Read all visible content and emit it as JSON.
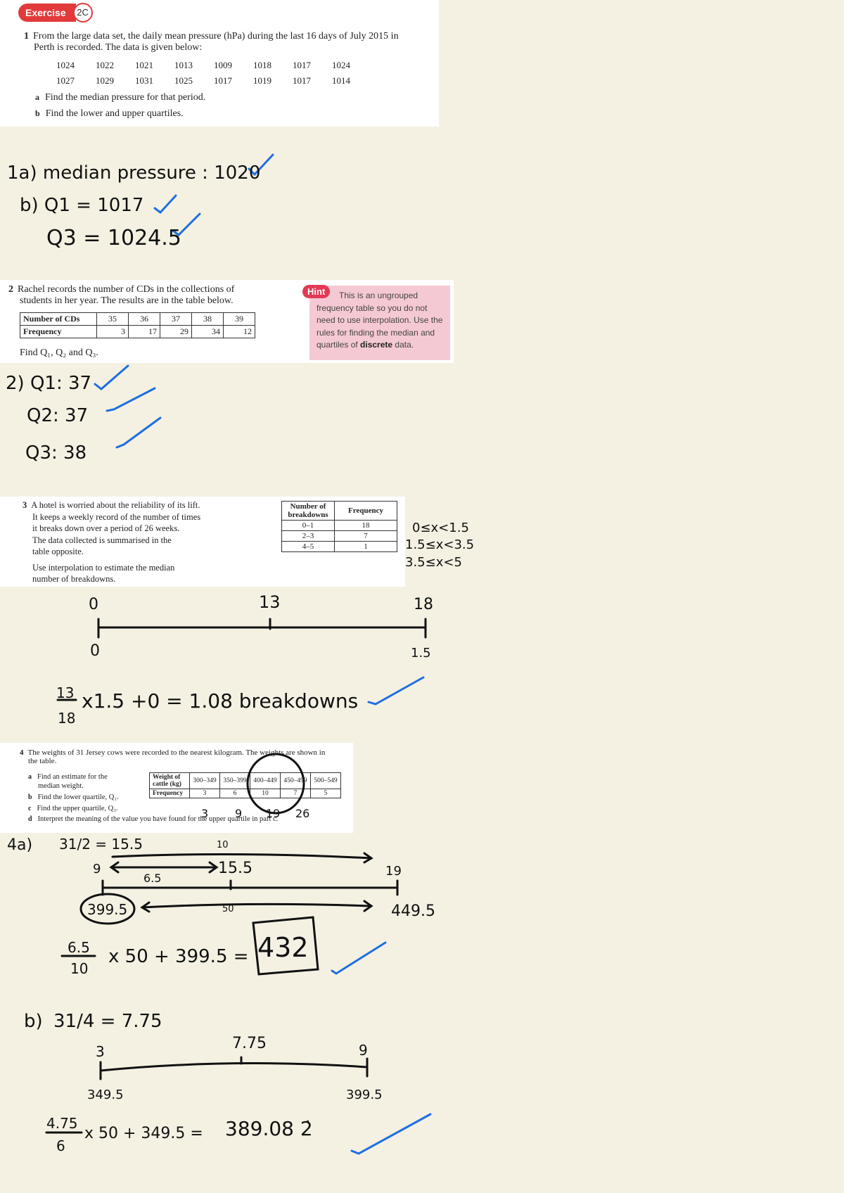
{
  "header": {
    "badge_label": "Exercise",
    "badge_number": "2C"
  },
  "q1": {
    "number": "1",
    "text_line1": "From the large data set, the daily mean pressure (hPa) during the last 16 days of July 2015 in",
    "text_line2": "Perth is recorded. The data is given below:",
    "row1": [
      "1024",
      "1022",
      "1021",
      "1013",
      "1009",
      "1018",
      "1017",
      "1024"
    ],
    "row2": [
      "1027",
      "1029",
      "1031",
      "1025",
      "1017",
      "1019",
      "1017",
      "1014"
    ],
    "part_a_label": "a",
    "part_a": "Find the median pressure for that period.",
    "part_b_label": "b",
    "part_b": "Find the lower and upper quartiles."
  },
  "q2": {
    "number": "2",
    "text_line1": "Rachel records the number of CDs in the collections of",
    "text_line2": "students in her year. The results are in the table below.",
    "row_head_1": "Number of CDs",
    "row_head_2": "Frequency",
    "cds": [
      "35",
      "36",
      "37",
      "38",
      "39"
    ],
    "freq": [
      "3",
      "17",
      "29",
      "34",
      "12"
    ],
    "find": "Find Q₁, Q₂ and Q₃.",
    "hint_label": "Hint",
    "hint_text_1": "This is an ungrouped frequency table so you do not need to use interpolation. Use the rules for finding the median and quartiles of ",
    "hint_bold": "discrete",
    "hint_text_2": " data."
  },
  "q3": {
    "number": "3",
    "lines": [
      "A hotel is worried about the reliability of its lift.",
      "It keeps a weekly record of the number of times",
      "it breaks down over a period of 26 weeks.",
      "The data collected is summarised in the",
      "table opposite."
    ],
    "lines2": [
      "Use interpolation to estimate the median",
      "number of breakdowns."
    ],
    "col1_head": "Number of breakdowns",
    "col2_head": "Frequency",
    "rows": [
      {
        "b": "0–1",
        "f": "18"
      },
      {
        "b": "2–3",
        "f": "7"
      },
      {
        "b": "4–5",
        "f": "1"
      }
    ]
  },
  "q4": {
    "number": "4",
    "text_line1": "The weights of 31 Jersey cows were recorded to the nearest kilogram. The weights are shown in",
    "text_line2": "the table.",
    "part_a_label": "a",
    "part_a_1": "Find an estimate for the",
    "part_a_2": "median weight.",
    "part_b_label": "b",
    "part_b": "Find the lower quartile, Q₁.",
    "part_c_label": "c",
    "part_c": "Find the upper quartile, Q₃.",
    "part_d_label": "d",
    "part_d": "Interpret the meaning of the value you have found for the upper quartile in part c.",
    "head_weight": "Weight of cattle (kg)",
    "head_freq": "Frequency",
    "weights": [
      "300–349",
      "350–399",
      "400–449",
      "450–499",
      "500–549"
    ],
    "freqs": [
      "3",
      "6",
      "10",
      "7",
      "5"
    ]
  },
  "handwriting": {
    "a1a": "1a)  median  pressure :  1020",
    "a1b_q1": "b)  Q1 = 1017",
    "a1b_q3": "Q3 = 1024.5",
    "a2_q1": "2)  Q1: 37",
    "a2_q2": "Q2: 37",
    "a2_q3": "Q3:  38",
    "a3_class1": "0≤x<1.5",
    "a3_class2": "1.5≤x<3.5",
    "a3_class3": "3.5≤x<5",
    "a3_top_left": "0",
    "a3_top_mid": "13",
    "a3_top_right": "18",
    "a3_bot_left": "0",
    "a3_bot_right": "1.5",
    "a3_frac_num": "13",
    "a3_frac_den": "18",
    "a3_calc": "x1.5 +0 = 1.08 breakdowns",
    "a4_cum": [
      "3",
      "9",
      "19",
      "26"
    ],
    "a4a_label": "4a)",
    "a4a_half": "31/2 = 15.5",
    "a4a_ten": "10",
    "a4a_left": "9",
    "a4a_mid": "15.5",
    "a4a_right": "19",
    "a4a_gap": "6.5",
    "a4a_fifty": "50",
    "a4a_low": "399.5",
    "a4a_high": "449.5",
    "a4a_frac_num": "6.5",
    "a4a_frac_den": "10",
    "a4a_calc": "x 50 + 399.5 =",
    "a4a_answer": "432",
    "a4b_label": "b)",
    "a4b_quarter": "31/4 = 7.75",
    "a4b_left": "3",
    "a4b_mid": "7.75",
    "a4b_right": "9",
    "a4b_low": "349.5",
    "a4b_high": "399.5",
    "a4b_frac_num": "4.75",
    "a4b_frac_den": "6",
    "a4b_calc": "x 50 + 349.5 =",
    "a4b_answer": "389.08 2̇"
  },
  "colors": {
    "ink": "#111111",
    "tick": "#1e6fe0",
    "badge": "#e23a3a",
    "hint_bg": "#f5c9d3",
    "paper": "#f4f1e3"
  }
}
